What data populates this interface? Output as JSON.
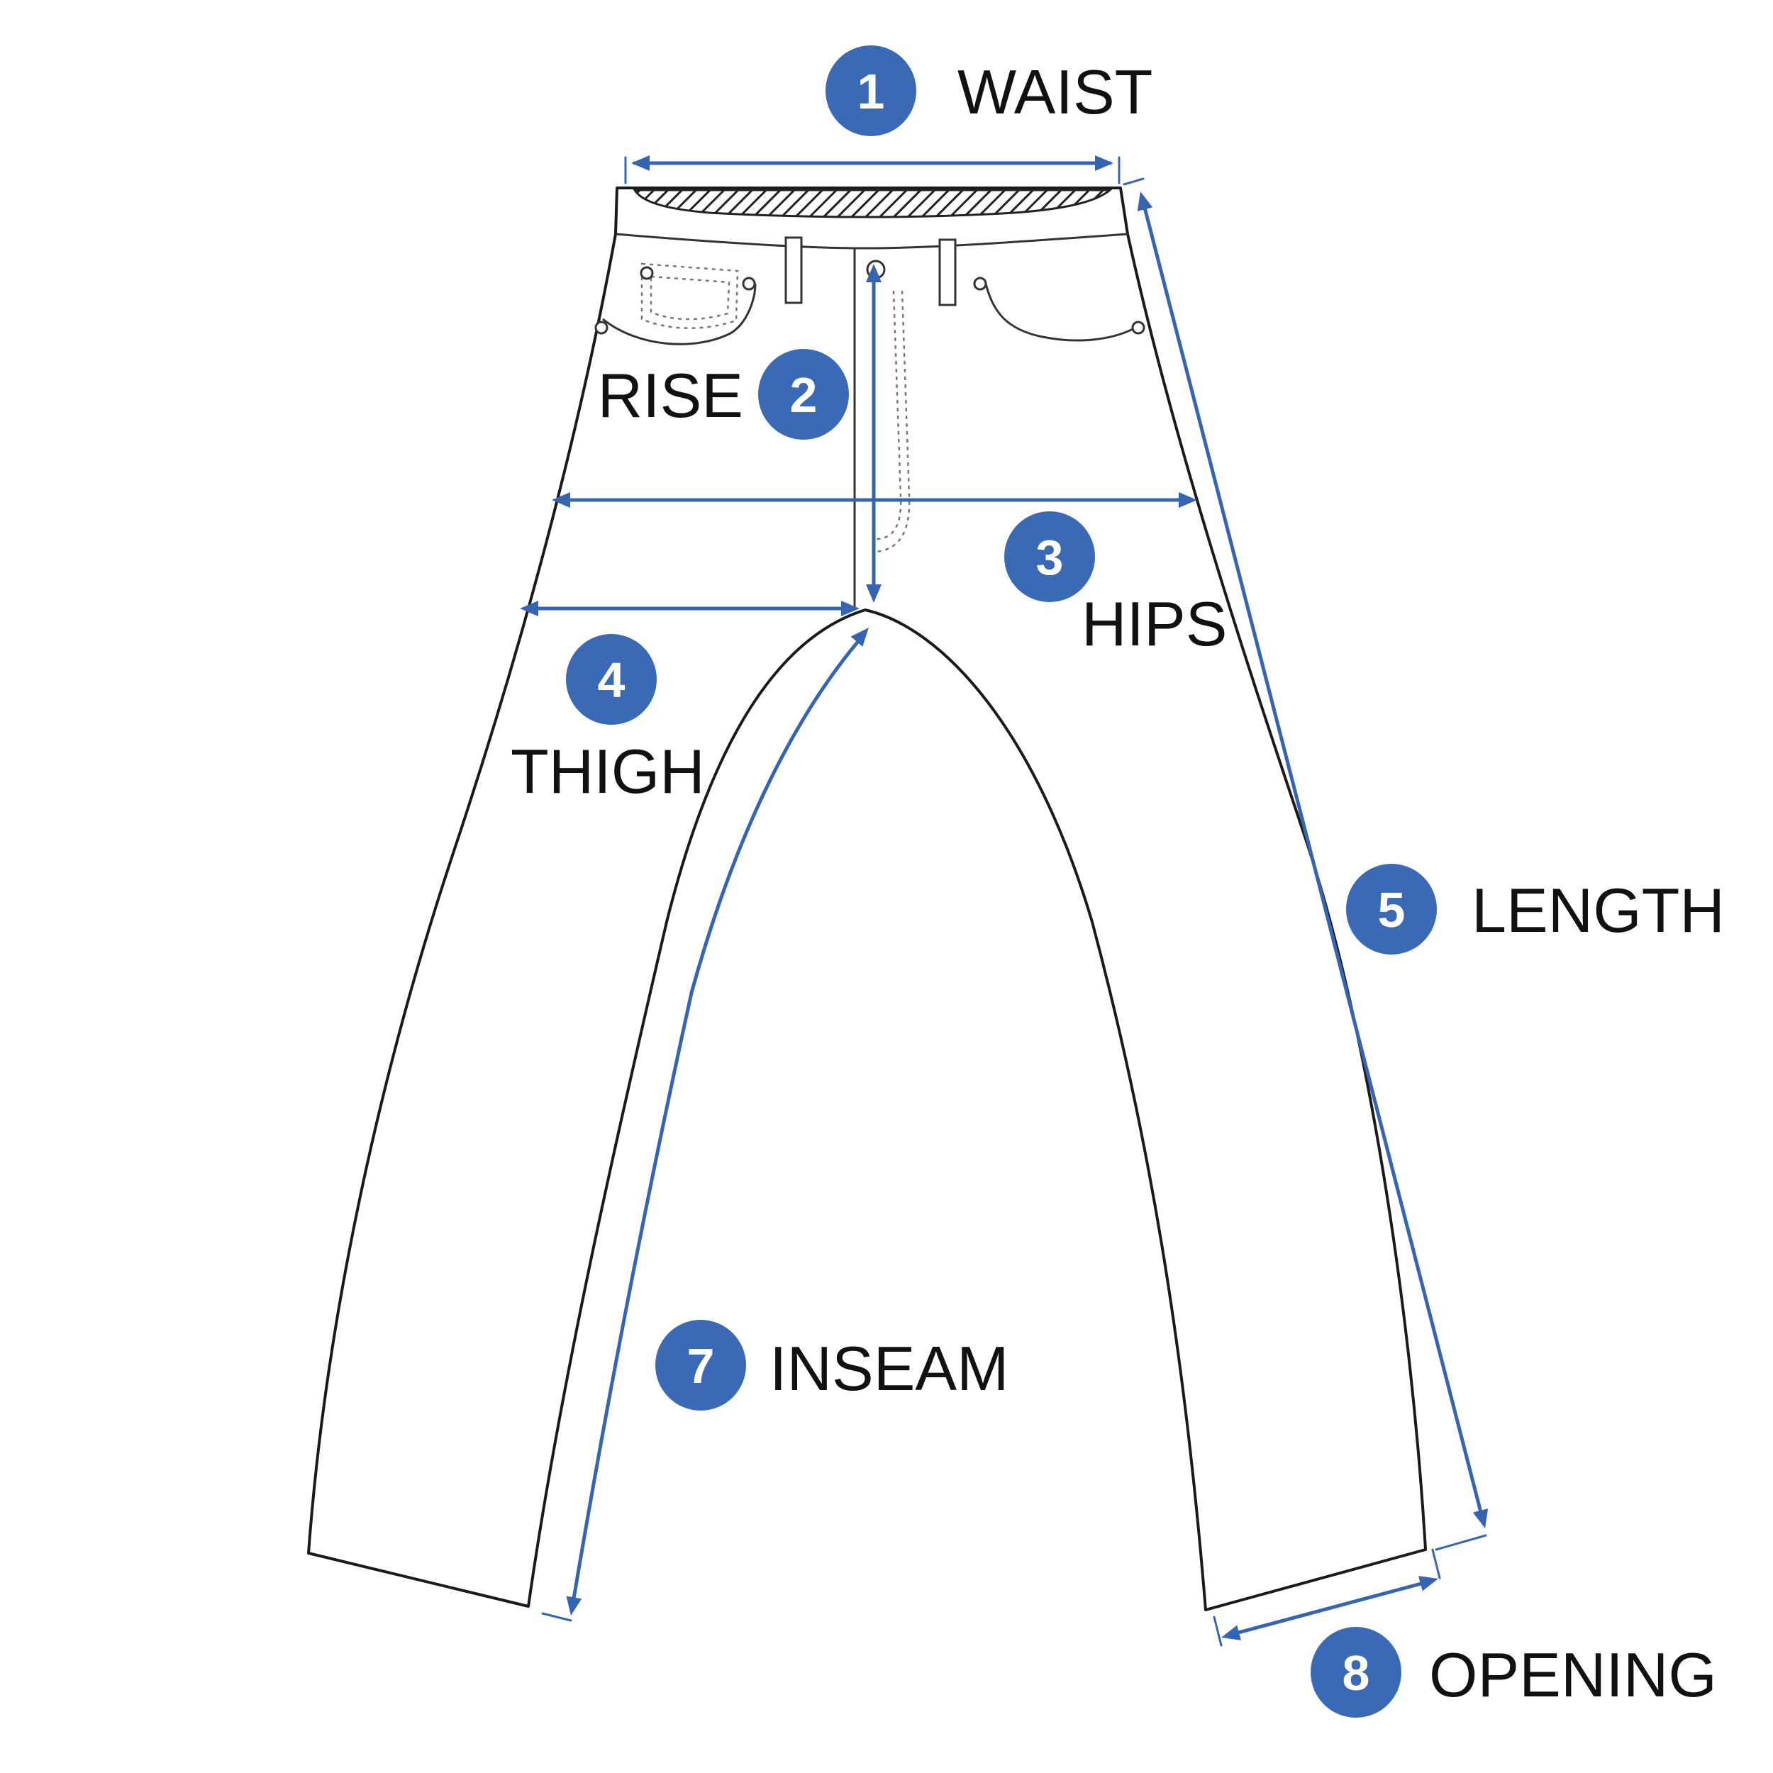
{
  "colors": {
    "accent": "#3565b2",
    "badge": "#3a6ab5",
    "outline": "#1a1a1a",
    "label": "#111111"
  },
  "measurements": [
    {
      "id": "waist",
      "number": "1",
      "label": "WAIST"
    },
    {
      "id": "rise",
      "number": "2",
      "label": "RISE"
    },
    {
      "id": "hips",
      "number": "3",
      "label": "HIPS"
    },
    {
      "id": "thigh",
      "number": "4",
      "label": "THIGH"
    },
    {
      "id": "length",
      "number": "5",
      "label": "LENGTH"
    },
    {
      "id": "inseam",
      "number": "7",
      "label": "INSEAM"
    },
    {
      "id": "opening",
      "number": "8",
      "label": "OPENING"
    }
  ]
}
